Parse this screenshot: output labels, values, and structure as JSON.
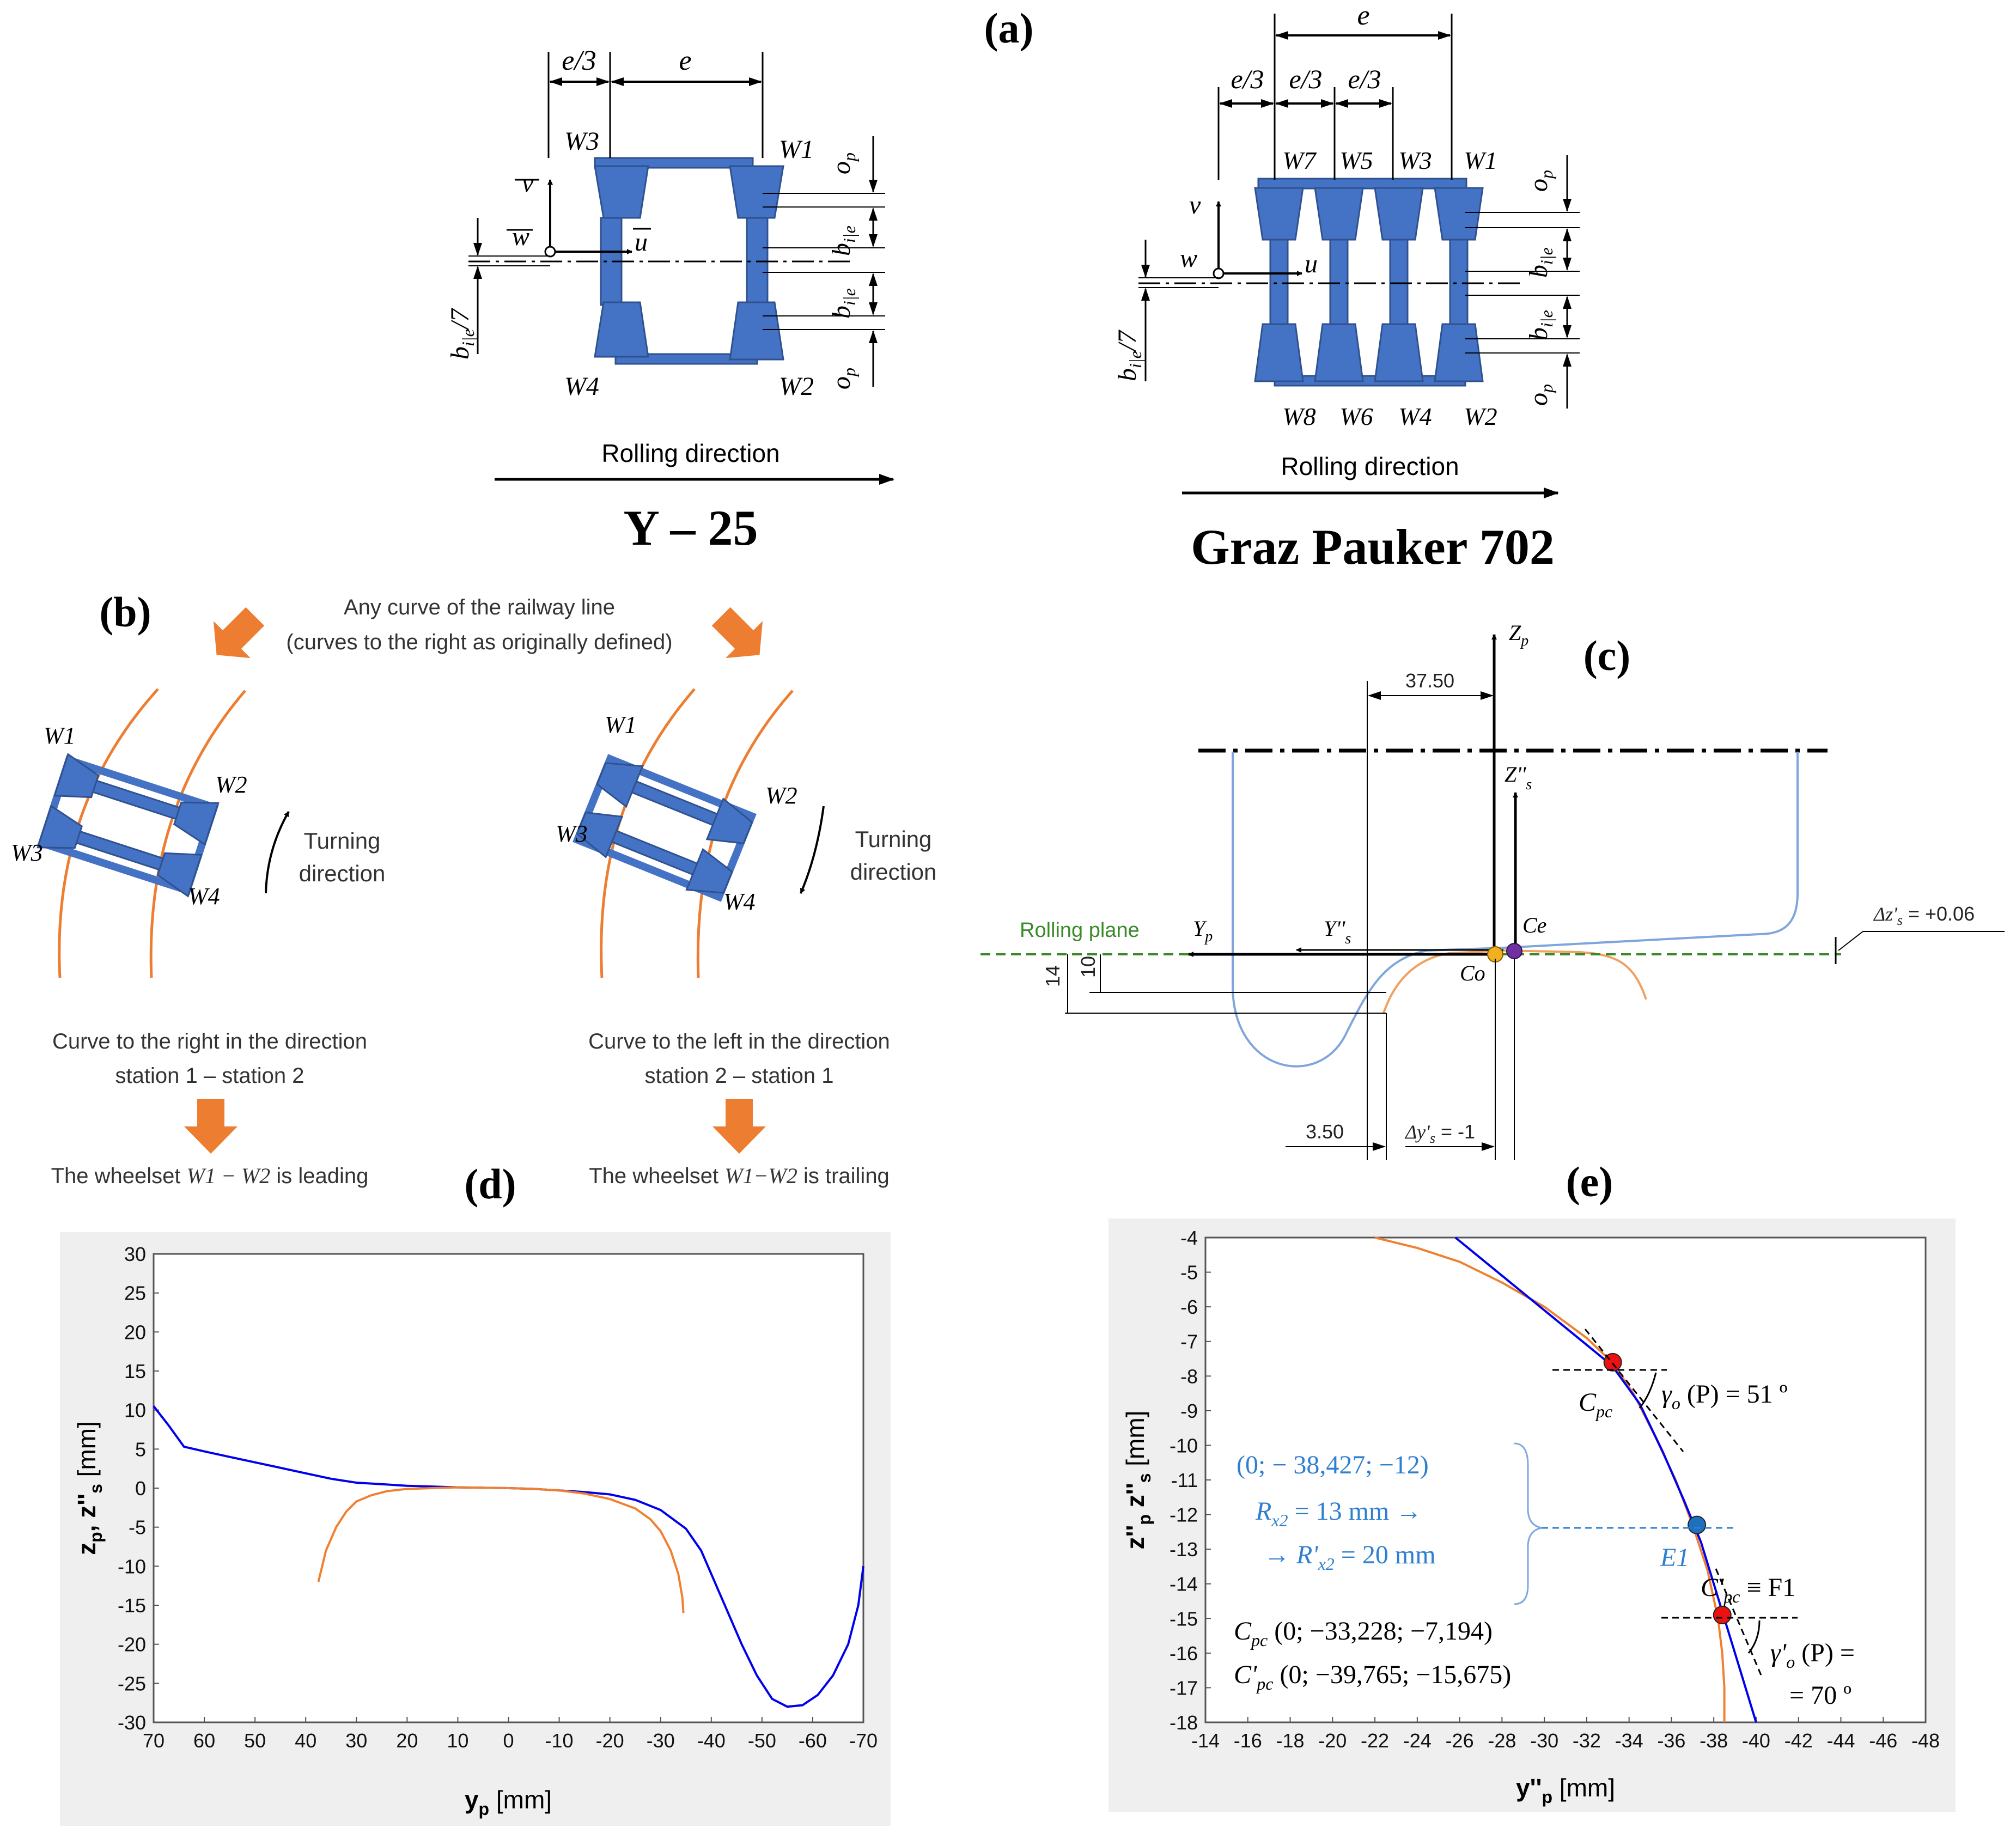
{
  "panel_labels": {
    "a": "(a)",
    "b": "(b)",
    "c": "(c)",
    "d": "(d)",
    "e": "(e)"
  },
  "panel_a": {
    "bogie1": {
      "title": "Y – 25",
      "rolling": "Rolling direction",
      "wheels": [
        "W3",
        "W1",
        "W4",
        "W2"
      ],
      "dims": {
        "e3": "e/3",
        "e": "e",
        "op": "o",
        "op_sub": "p",
        "bie": "b",
        "bie_sub": "i|e",
        "bie7": "b",
        "bie7_tail": "/7"
      },
      "axes": {
        "v": "v",
        "w": "w",
        "u": "u"
      }
    },
    "bogie2": {
      "title": "Graz Pauker 702",
      "rolling": "Rolling direction",
      "wheels_top": [
        "W7",
        "W5",
        "W3",
        "W1"
      ],
      "wheels_bottom": [
        "W8",
        "W6",
        "W4",
        "W2"
      ],
      "dims": {
        "e": "e",
        "e3": "e/3"
      }
    }
  },
  "panel_b": {
    "header_line1": "Any curve of the railway line",
    "header_line2": "(curves to the right as originally defined)",
    "left": {
      "wheels": [
        "W1",
        "W2",
        "W3",
        "W4"
      ],
      "turning1": "Turning",
      "turning2": "direction",
      "curve1": "Curve to the right in the direction",
      "curve2": "station 1 – station 2",
      "result_pre": "The wheelset ",
      "result_ws": "W1 − W2",
      "result_post": " is leading"
    },
    "right": {
      "wheels": [
        "W1",
        "W2",
        "W3",
        "W4"
      ],
      "turning1": "Turning",
      "turning2": "direction",
      "curve1": "Curve to the left in the direction",
      "curve2": "station 2 – station 1",
      "result_pre": "The wheelset ",
      "result_ws": "W1−W2",
      "result_post": " is trailing"
    }
  },
  "panel_c": {
    "zp": "Z",
    "zp_sub": "p",
    "zs": "Z''",
    "zs_sub": "s",
    "yp": "Y",
    "yp_sub": "p",
    "ys": "Y''",
    "ys_sub": "s",
    "ce": "Ce",
    "co": "Co",
    "rolling_plane": "Rolling plane",
    "dim_3750": "37.50",
    "dim_350": "3.50",
    "dim_14": "14",
    "dim_10": "10",
    "dys": "Δy'",
    "dys_val": " = -1",
    "dzs": "Δz'",
    "dzs_val": " = +0.06",
    "s_sub": "s",
    "colors": {
      "wheel": "#7ea6dc",
      "rail": "#f0a060",
      "plane": "#3a8a2a",
      "ce": "#7030a0",
      "co": "#f0b020"
    }
  },
  "panel_e_text": {
    "cpc": "C",
    "cpc_sub": "pc",
    "gamma_o": "γ",
    "gamma_o_sub": "o",
    "gamma_o_val": " (P) = 51 º",
    "gamma_o2": "γ'",
    "gamma_o2_val": " (P) =",
    "gamma_o2_val2": "= 70 º",
    "blue1": "(0;  − 38,427; −12)",
    "blue2": "R",
    "blue2_sub": "x2",
    "blue2_tail": " = 13 mm →",
    "blue3_pre": "→ R'",
    "blue3_tail": " = 20 mm",
    "e1": "E1",
    "cpc2": "C'",
    "cpc2_tail": " ≡ F1",
    "coords1": "C",
    "coords1_val": " (0; −33,228; −7,194)",
    "coords2": "C'",
    "coords2_val": " (0; −39,765; −15,675)"
  },
  "chart_data": [
    {
      "type": "line",
      "panel": "d",
      "xlabel": "y",
      "xlabel_sub": "p",
      "xlabel_unit": " [mm]",
      "ylabel": "z",
      "ylabel_sub1": "p",
      "ylabel_mid": ", z''",
      "ylabel_sub2": "s",
      "ylabel_unit": " [mm]",
      "xlim": [
        70,
        -70
      ],
      "ylim": [
        -30,
        30
      ],
      "xticks": [
        "70",
        "60",
        "50",
        "40",
        "30",
        "20",
        "10",
        "0",
        "-10",
        "-20",
        "-30",
        "-40",
        "-50",
        "-60",
        "-70"
      ],
      "yticks": [
        "30",
        "25",
        "20",
        "15",
        "10",
        "5",
        "0",
        "-5",
        "-10",
        "-15",
        "-20",
        "-25",
        "-30"
      ],
      "grid": false,
      "series": [
        {
          "color": "#0000ee",
          "points": [
            [
              70,
              10.5
            ],
            [
              67,
              8
            ],
            [
              64,
              5.3
            ],
            [
              60,
              4.7
            ],
            [
              55,
              4.0
            ],
            [
              50,
              3.3
            ],
            [
              45,
              2.6
            ],
            [
              40,
              1.9
            ],
            [
              35,
              1.2
            ],
            [
              30,
              0.7
            ],
            [
              25,
              0.5
            ],
            [
              20,
              0.3
            ],
            [
              15,
              0.2
            ],
            [
              10,
              0.1
            ],
            [
              5,
              0.05
            ],
            [
              0,
              0
            ],
            [
              -5,
              -0.1
            ],
            [
              -10,
              -0.3
            ],
            [
              -15,
              -0.5
            ],
            [
              -20,
              -0.8
            ],
            [
              -25,
              -1.5
            ],
            [
              -30,
              -2.8
            ],
            [
              -35,
              -5.2
            ],
            [
              -38,
              -8
            ],
            [
              -40,
              -11
            ],
            [
              -43,
              -15.5
            ],
            [
              -46,
              -20
            ],
            [
              -49,
              -24
            ],
            [
              -52,
              -27
            ],
            [
              -55,
              -28
            ],
            [
              -58,
              -27.8
            ],
            [
              -61,
              -26.5
            ],
            [
              -64,
              -24
            ],
            [
              -67,
              -20
            ],
            [
              -69,
              -15
            ],
            [
              -70,
              -10
            ]
          ]
        },
        {
          "color": "#f08030",
          "points": [
            [
              37.5,
              -12
            ],
            [
              36,
              -8
            ],
            [
              34,
              -5
            ],
            [
              32,
              -3
            ],
            [
              30,
              -1.7
            ],
            [
              27,
              -0.9
            ],
            [
              24,
              -0.4
            ],
            [
              20,
              -0.1
            ],
            [
              15,
              0
            ],
            [
              10,
              0.1
            ],
            [
              5,
              0.05
            ],
            [
              0,
              0
            ],
            [
              -5,
              -0.1
            ],
            [
              -10,
              -0.3
            ],
            [
              -15,
              -0.7
            ],
            [
              -20,
              -1.4
            ],
            [
              -25,
              -2.6
            ],
            [
              -28,
              -4
            ],
            [
              -30,
              -5.5
            ],
            [
              -32,
              -8
            ],
            [
              -33.5,
              -11
            ],
            [
              -34.3,
              -14
            ],
            [
              -34.5,
              -16
            ]
          ]
        }
      ]
    },
    {
      "type": "line",
      "panel": "e",
      "xlabel": "y''",
      "xlabel_sub": "p",
      "xlabel_unit": " [mm]",
      "ylabel": "z''",
      "ylabel_sub1": "p",
      "ylabel_mid": " z''",
      "ylabel_sub2": "s",
      "ylabel_unit": " [mm]",
      "xlim": [
        -14,
        -48
      ],
      "ylim": [
        -18,
        -4
      ],
      "xticks": [
        "-14",
        "-16",
        "-18",
        "-20",
        "-22",
        "-24",
        "-26",
        "-28",
        "-30",
        "-32",
        "-34",
        "-36",
        "-38",
        "-40",
        "-42",
        "-44",
        "-46",
        "-48"
      ],
      "yticks": [
        "-4",
        "-5",
        "-6",
        "-7",
        "-8",
        "-9",
        "-10",
        "-11",
        "-12",
        "-13",
        "-14",
        "-15",
        "-16",
        "-17",
        "-18"
      ],
      "grid": false,
      "series": [
        {
          "color": "#f08030",
          "points": [
            [
              -22,
              -4
            ],
            [
              -24,
              -4.3
            ],
            [
              -26,
              -4.7
            ],
            [
              -28,
              -5.3
            ],
            [
              -30,
              -6
            ],
            [
              -32,
              -6.9
            ],
            [
              -33.2,
              -7.6
            ],
            [
              -34.2,
              -8.5
            ],
            [
              -35.2,
              -9.7
            ],
            [
              -36.2,
              -11
            ],
            [
              -37,
              -12.3
            ],
            [
              -37.7,
              -13.6
            ],
            [
              -38.2,
              -15
            ],
            [
              -38.4,
              -16
            ],
            [
              -38.5,
              -17
            ],
            [
              -38.5,
              -18
            ]
          ]
        },
        {
          "color": "#0000ee",
          "points": [
            [
              -25.8,
              -4
            ],
            [
              -28,
              -5.1
            ],
            [
              -30,
              -6.1
            ],
            [
              -32,
              -7.1
            ],
            [
              -33.2,
              -7.7
            ],
            [
              -34.5,
              -8.8
            ],
            [
              -35.6,
              -10.2
            ],
            [
              -36.6,
              -11.6
            ],
            [
              -37.4,
              -12.8
            ],
            [
              -38,
              -14
            ],
            [
              -38.5,
              -15
            ],
            [
              -39,
              -16
            ],
            [
              -39.5,
              -17
            ],
            [
              -40,
              -18
            ]
          ]
        }
      ],
      "markers": [
        {
          "label": "C_pc",
          "x": -33.228,
          "y": -7.6,
          "color": "#ee1111"
        },
        {
          "label": "E1",
          "x": -37.2,
          "y": -12.3,
          "color": "#1f6fbf"
        },
        {
          "label": "C'_pc",
          "x": -38.4,
          "y": -14.9,
          "color": "#ee1111"
        }
      ]
    }
  ]
}
